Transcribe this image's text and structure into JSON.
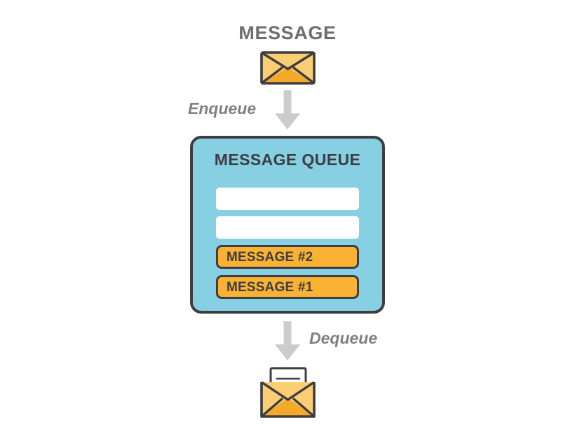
{
  "diagram": {
    "title": "MESSAGE",
    "queue": {
      "title": "MESSAGE QUEUE",
      "slots": [
        {
          "type": "empty",
          "label": ""
        },
        {
          "type": "empty",
          "label": ""
        },
        {
          "type": "filled",
          "label": "MESSAGE #2"
        },
        {
          "type": "filled",
          "label": "MESSAGE #1"
        }
      ]
    },
    "arrows": {
      "enqueue_label": "Enqueue",
      "dequeue_label": "Dequeue"
    },
    "icons": {
      "envelope_closed": "envelope-closed-icon",
      "envelope_open": "envelope-open-letter-icon",
      "arrow_down": "arrow-down-icon"
    },
    "colors": {
      "queue_fill": "#87cfe3",
      "outline": "#3d3d42",
      "message_fill": "#f9b233",
      "envelope_light": "#fbce74",
      "envelope_dark": "#f5a928",
      "arrow_gray": "#cccccc",
      "title_gray": "#6e6e6e",
      "label_gray": "#808080",
      "slot_empty": "#ffffff"
    }
  }
}
